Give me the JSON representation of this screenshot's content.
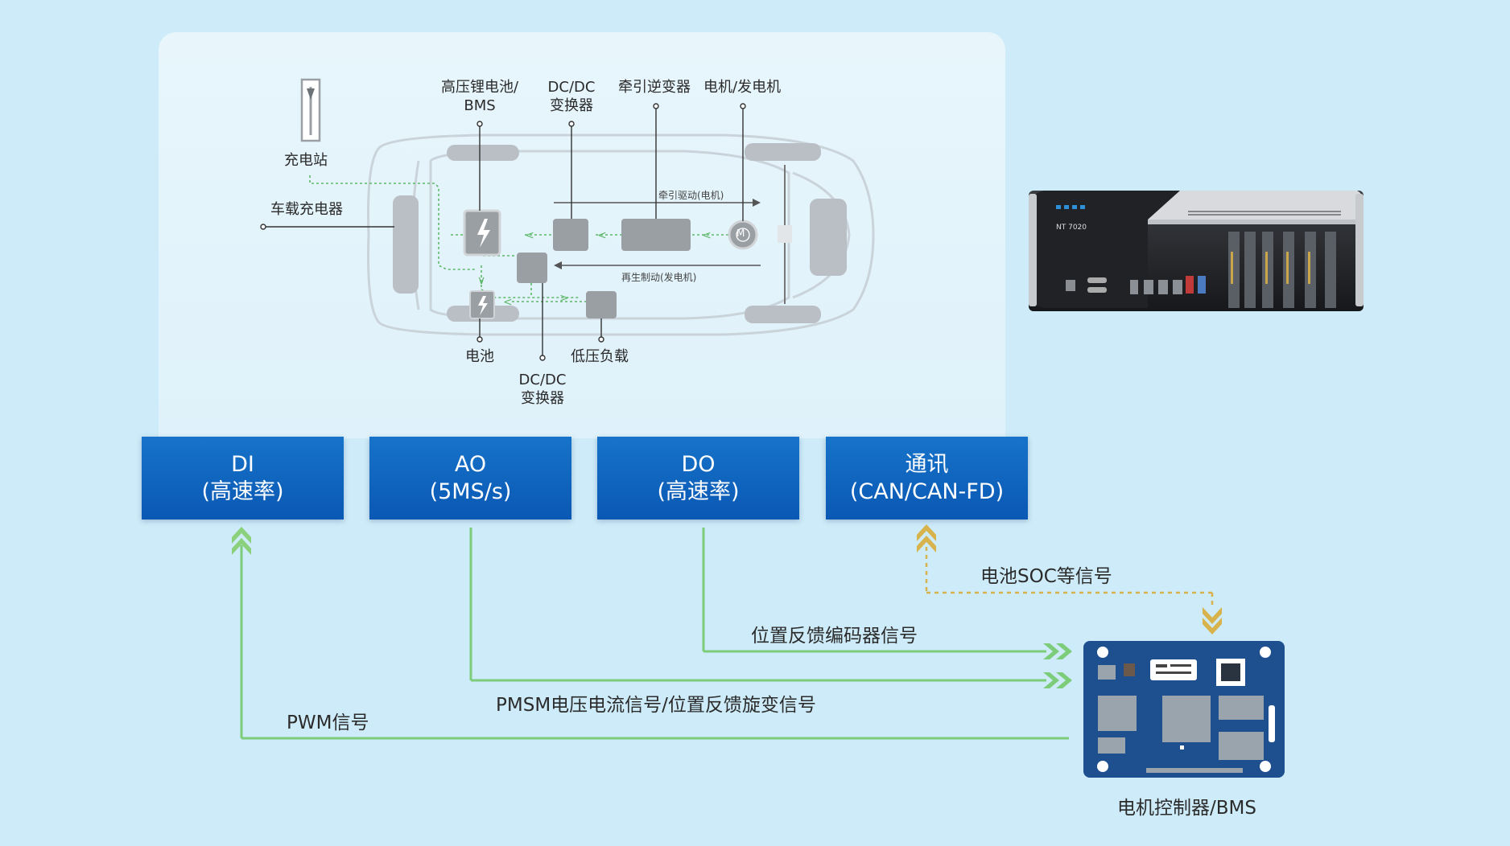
{
  "car": {
    "charging_station": "充电站",
    "onboard_charger": "车载充电器",
    "hv_battery_line1": "高压锂电池/",
    "hv_battery_line2": "BMS",
    "dcdc_top_line1": "DC/DC",
    "dcdc_top_line2": "变换器",
    "traction_inverter": "牵引逆变器",
    "motor_generator": "电机/发电机",
    "traction_drive": "牵引驱动(电机)",
    "regen_braking": "再生制动(发电机)",
    "battery": "电池",
    "dcdc_bottom_line1": "DC/DC",
    "dcdc_bottom_line2": "变换器",
    "lv_load": "低压负载",
    "motor_symbol": "M"
  },
  "device": {
    "model_label": "NT 7020"
  },
  "io_boxes": [
    {
      "line1": "DI",
      "line2": "(高速率)"
    },
    {
      "line1": "AO",
      "line2": "(5MS/s)"
    },
    {
      "line1": "DO",
      "line2": "(高速率)"
    },
    {
      "line1": "通讯",
      "line2": "(CAN/CAN-FD)"
    }
  ],
  "signals": {
    "battery_soc": "电池SOC等信号",
    "encoder_feedback": "位置反馈编码器信号",
    "pmsm": "PMSM电压电流信号/位置反馈旋变信号",
    "pwm": "PWM信号"
  },
  "controller": {
    "label": "电机控制器/BMS"
  },
  "colors": {
    "background": "#cdebf8",
    "box_blue": "#0a58b3",
    "signal_green": "#7ccc7a",
    "signal_gold": "#d8b24a",
    "board_blue": "#1e4f8f"
  }
}
